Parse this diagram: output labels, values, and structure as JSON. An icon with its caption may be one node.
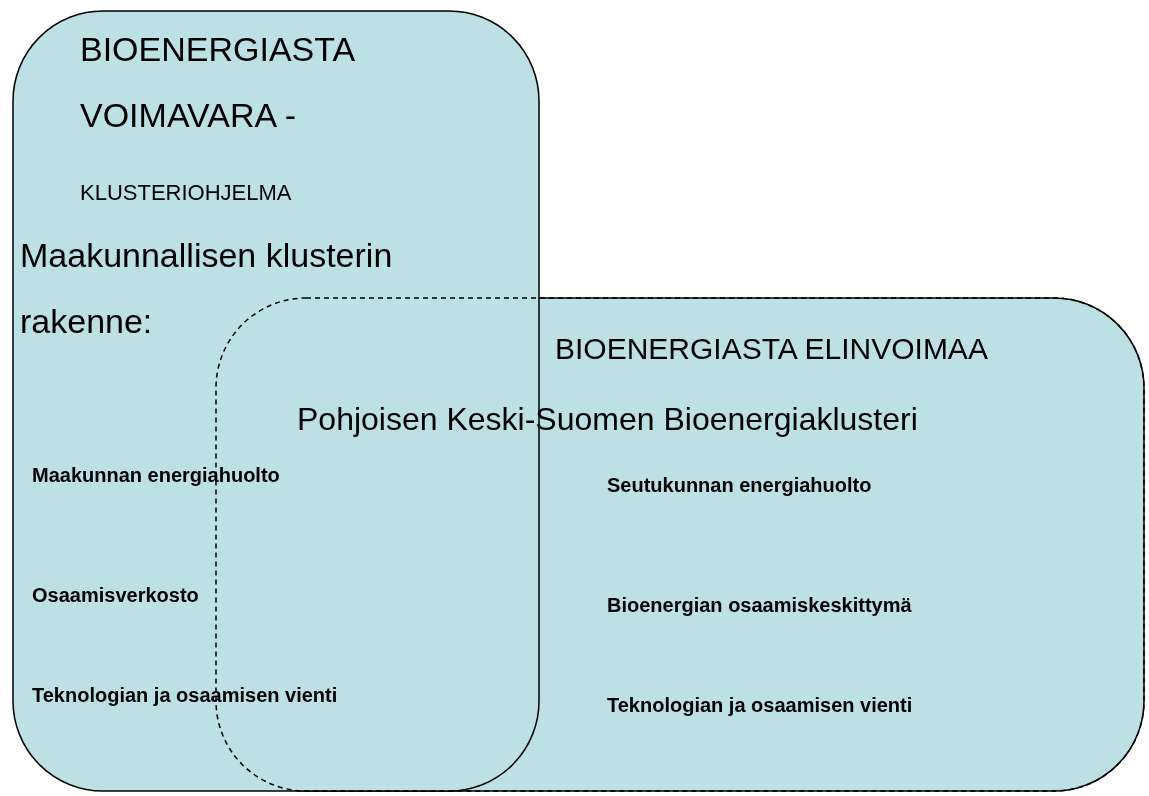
{
  "diagram": {
    "nodes": [
      {
        "text": [
          "BIOENERGIASTA VOIMAVARA -",
          "KLUSTERIOHJELMA",
          "Maakunnallisen klusterin rakenne:",
          "Maakunnan energiahuolto",
          "Osaamisverkosto",
          "Teknologian ja osaamisen vienti"
        ]
      },
      {
        "text": [
          "BIOENERGIASTA ELINVOIMAA",
          "Pohjoisen Keski-Suomen Bioenergiaklusteri",
          "Seutukunnan energiahuolto",
          "Bioenergian osaamiskeskittymä",
          "Teknologian ja osaamisen vienti"
        ]
      }
    ]
  }
}
